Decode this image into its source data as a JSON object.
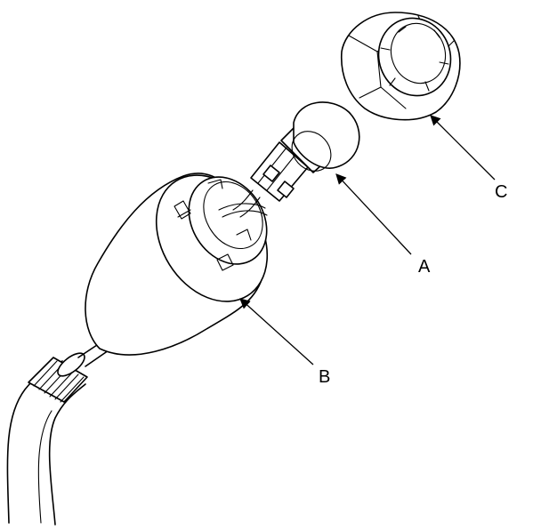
{
  "callouts": {
    "a": {
      "label": "A",
      "part": "bulb"
    },
    "b": {
      "label": "B",
      "part": "socket"
    },
    "c": {
      "label": "C",
      "part": "retaining-ring"
    }
  },
  "colors": {
    "ink": "#000000",
    "background": "#ffffff"
  }
}
